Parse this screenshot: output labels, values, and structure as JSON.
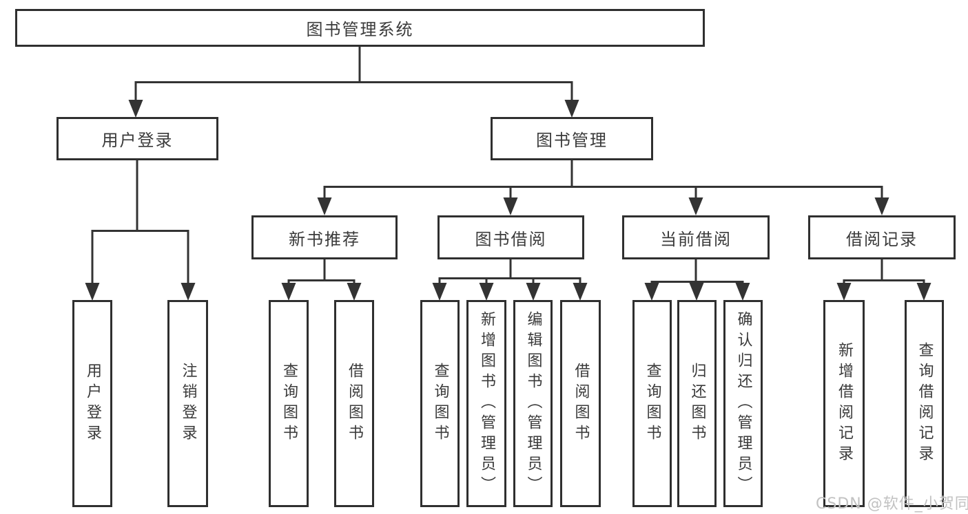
{
  "diagram": {
    "root": {
      "label": "图书管理系统"
    },
    "level2": [
      {
        "label": "用户登录"
      },
      {
        "label": "图书管理"
      }
    ],
    "level3": [
      {
        "label": "新书推荐"
      },
      {
        "label": "图书借阅"
      },
      {
        "label": "当前借阅"
      },
      {
        "label": "借阅记录"
      }
    ],
    "leaves": [
      {
        "label": "用户登录"
      },
      {
        "label": "注销登录"
      },
      {
        "label": "查询图书"
      },
      {
        "label": "借阅图书"
      },
      {
        "label": "查询图书"
      },
      {
        "label": "新增图书（管理员）"
      },
      {
        "label": "编辑图书（管理员）"
      },
      {
        "label": "借阅图书"
      },
      {
        "label": "查询图书"
      },
      {
        "label": "归还图书"
      },
      {
        "label": "确认归还（管理员）"
      },
      {
        "label": "新增借阅记录"
      },
      {
        "label": "查询借阅记录"
      }
    ],
    "watermark": "CSDN @软件_小贺同学",
    "colors": {
      "line": "#333333",
      "text": "#3a3a3a",
      "watermark": "#c2c2c2",
      "background": "#ffffff"
    }
  }
}
